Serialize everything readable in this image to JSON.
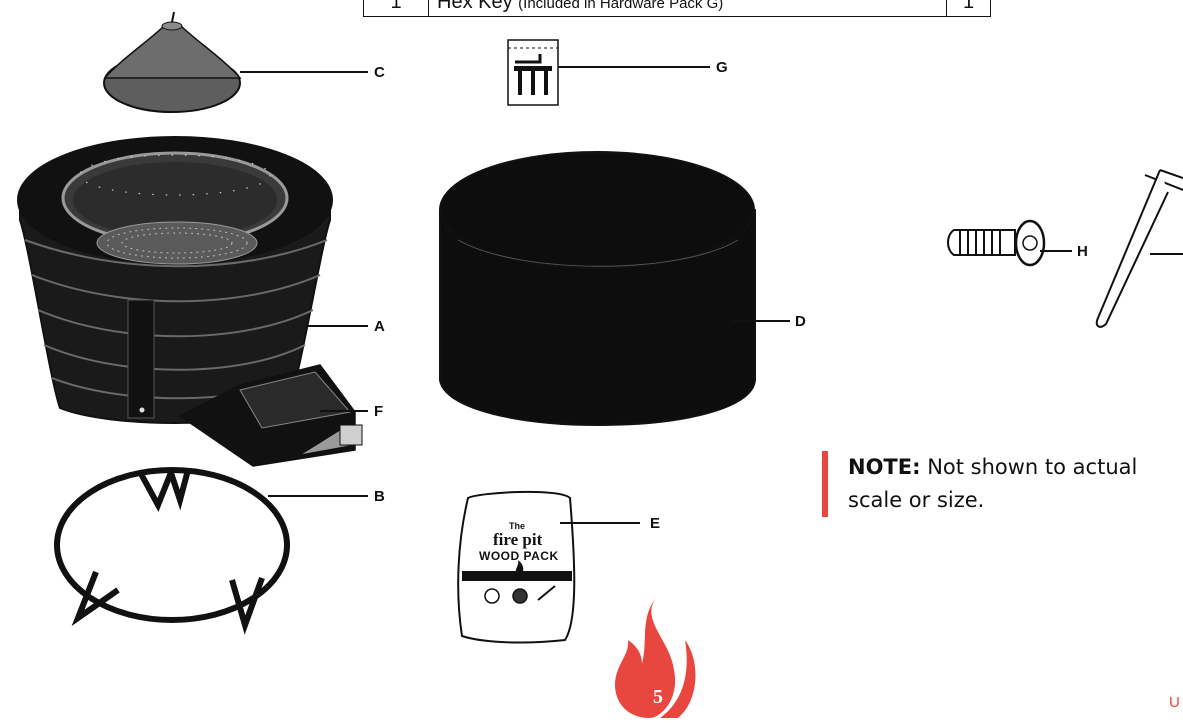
{
  "table": {
    "row": {
      "number": "1",
      "description": "Hex Key",
      "note": "(Included in Hardware Pack G)",
      "qty": "1"
    }
  },
  "labels": {
    "a": "A",
    "b": "B",
    "c": "C",
    "d": "D",
    "e": "E",
    "f": "F",
    "g": "G",
    "h": "H"
  },
  "bag": {
    "brand_top": "The",
    "brand_main": "fire pit",
    "product": "WOOD PACK"
  },
  "note": {
    "prefix": "NOTE:",
    "text": "Not shown to actual scale or size."
  },
  "page_number": "5",
  "corner_text": "U",
  "colors": {
    "accent": "#e8473f",
    "ink": "#111111"
  }
}
